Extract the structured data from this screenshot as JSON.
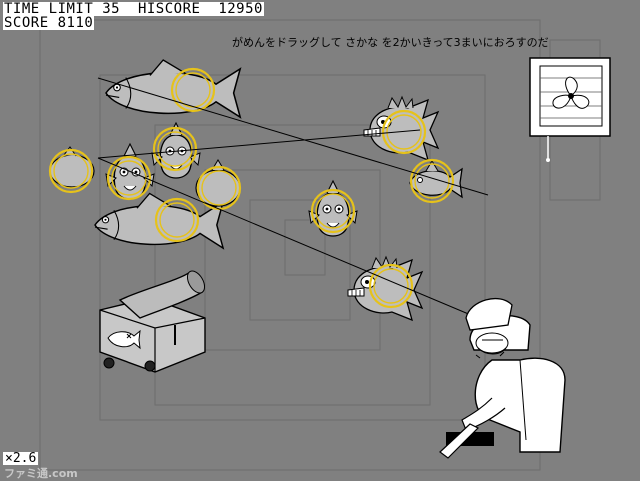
{
  "hud": {
    "time_limit_label": "TIME LIMIT",
    "time_limit_value": "35",
    "hiscore_label": "HISCORE",
    "hiscore_value": "12950",
    "score_label": "SCORE",
    "score_value": "8110"
  },
  "instruction": "がめんをドラッグして さかな を2かいきって3まいにおろすのだ",
  "multiplier": "×2.6",
  "watermark": "ファミ通.com",
  "colors": {
    "background": "#808080",
    "target_ring": "#e6c21a",
    "fish_fill": "#bdbdbd",
    "slash_line": "#000000"
  },
  "icons": [
    "fish-icon",
    "cannon-icon",
    "fan-icon",
    "chef-icon",
    "knife-icon"
  ]
}
